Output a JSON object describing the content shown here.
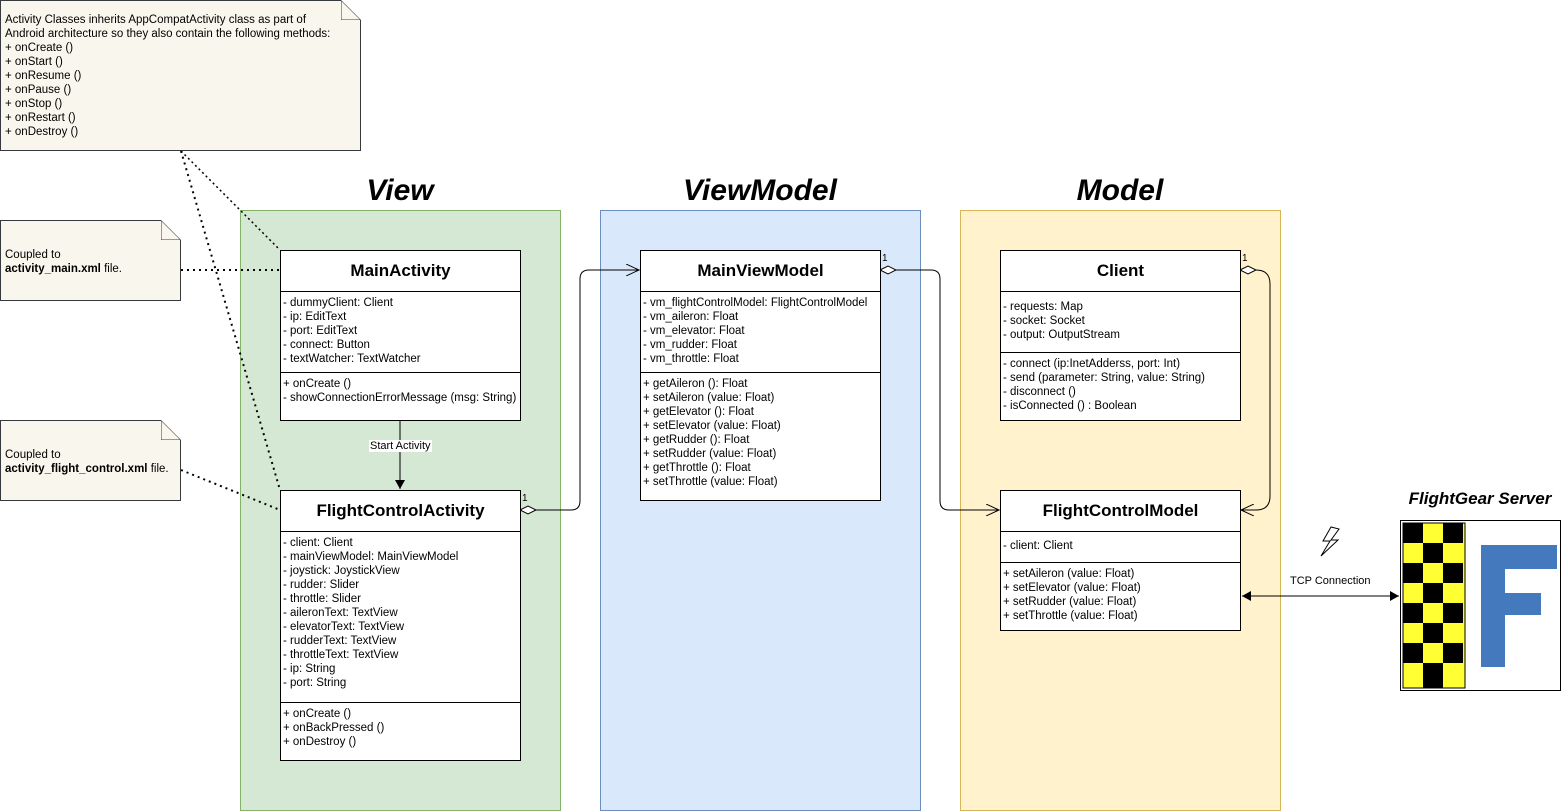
{
  "layers": {
    "view": "View",
    "viewmodel": "ViewModel",
    "model": "Model"
  },
  "notes": {
    "activity": {
      "lines": [
        "Activity Classes inherits AppCompatActivity class as part of",
        "Android architecture so they also contain the following methods:",
        "+ onCreate ()",
        "+ onStart ()",
        "+ onResume ()",
        "+ onPause ()",
        "+ onStop ()",
        "+ onRestart ()",
        "+ onDestroy ()"
      ]
    },
    "main_xml": {
      "prefix": "Coupled to",
      "file": "activity_main.xml",
      "suffix": " file."
    },
    "flight_xml": {
      "prefix": "Coupled to",
      "file": "activity_flight_control.xml",
      "suffix": " file."
    }
  },
  "classes": {
    "main_activity": {
      "name": "MainActivity",
      "attributes": [
        "- dummyClient: Client",
        "- ip: EditText",
        "- port: EditText",
        "- connect: Button",
        "- textWatcher: TextWatcher"
      ],
      "methods": [
        "+ onCreate ()",
        "- showConnectionErrorMessage (msg: String)"
      ]
    },
    "flight_control_activity": {
      "name": "FlightControlActivity",
      "attributes": [
        "- client: Client",
        "- mainViewModel: MainViewModel",
        "- joystick: JoystickView",
        "- rudder: Slider",
        "- throttle: Slider",
        "- aileronText: TextView",
        "- elevatorText: TextView",
        "- rudderText: TextView",
        "- throttleText: TextView",
        "- ip: String",
        "- port: String"
      ],
      "methods": [
        "+ onCreate ()",
        "+ onBackPressed ()",
        "+ onDestroy ()"
      ]
    },
    "main_view_model": {
      "name": "MainViewModel",
      "attributes": [
        "- vm_flightControlModel: FlightControlModel",
        "- vm_aileron: Float",
        "- vm_elevator: Float",
        "- vm_rudder: Float",
        "- vm_throttle: Float"
      ],
      "methods": [
        "+ getAileron (): Float",
        "+ setAileron (value: Float)",
        "+ getElevator (): Float",
        "+ setElevator (value: Float)",
        "+ getRudder (): Float",
        "+ setRudder (value: Float)",
        "+ getThrottle (): Float",
        "+ setThrottle (value: Float)"
      ]
    },
    "client": {
      "name": "Client",
      "attributes": [
        "- requests: Map",
        "- socket: Socket",
        "- output: OutputStream"
      ],
      "methods": [
        "- connect (ip:InetAdderss, port: Int)",
        "- send (parameter: String, value: String)",
        "- disconnect ()",
        "- isConnected () : Boolean"
      ]
    },
    "flight_control_model": {
      "name": "FlightControlModel",
      "attributes": [
        "- client: Client"
      ],
      "methods": [
        "+ setAileron (value: Float)",
        "+ setElevator (value: Float)",
        "+ setRudder (value: Float)",
        "+ setThrottle (value: Float)"
      ]
    }
  },
  "edge_labels": {
    "start_activity": "Start Activity",
    "tcp_connection": "TCP Connection",
    "mult_flight_activity": "1",
    "mult_main_view_model": "1",
    "mult_client": "1"
  },
  "server": {
    "title": "FlightGear Server",
    "logo_letter": "F",
    "colors": {
      "yellow": "#ffff33",
      "black": "#000000",
      "blue": "#4479be"
    }
  },
  "colors": {
    "view_fill": "#d5e8d4",
    "viewmodel_fill": "#dae8fc",
    "model_fill": "#fff2cc",
    "note_fill": "#f9f7ed"
  }
}
